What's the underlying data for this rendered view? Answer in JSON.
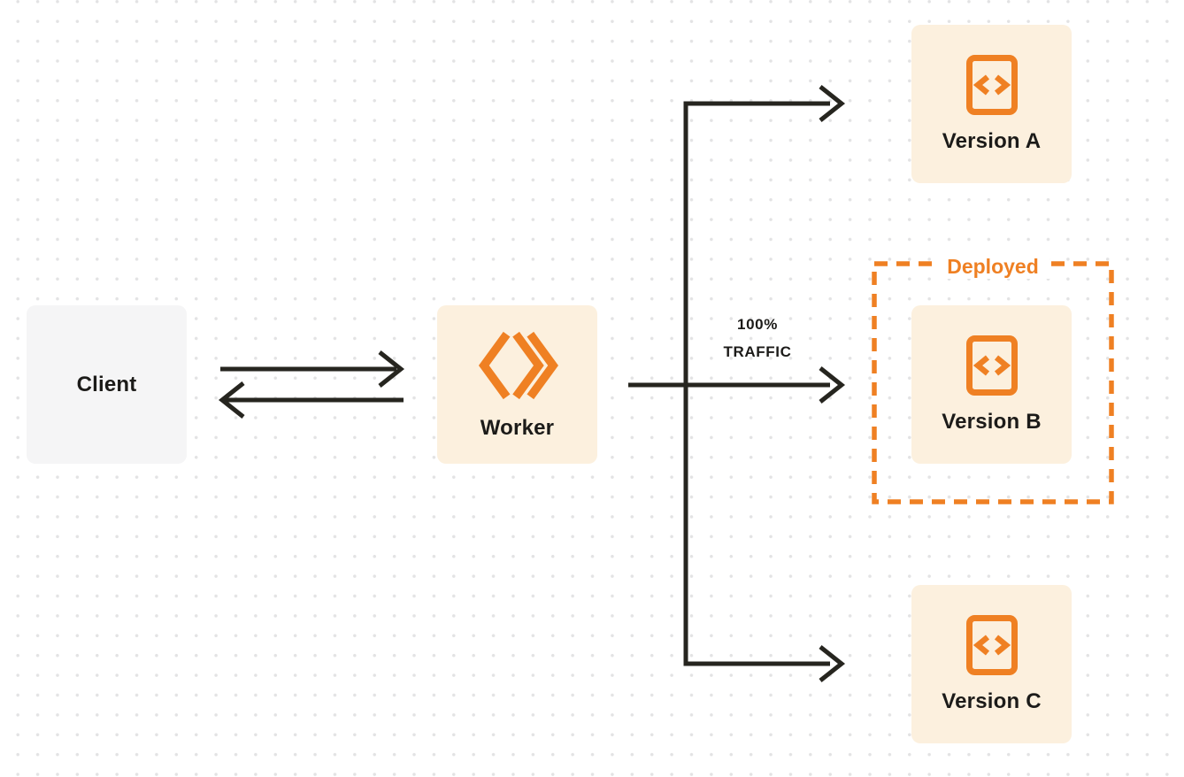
{
  "diagram": {
    "description": "Worker traffic routing diagram with three versions",
    "nodes": {
      "client": {
        "label": "Client"
      },
      "worker": {
        "label": "Worker"
      },
      "version_a": {
        "label": "Version A"
      },
      "version_b": {
        "label": "Version B"
      },
      "version_c": {
        "label": "Version C"
      }
    },
    "annotations": {
      "deployed": {
        "label": "Deployed"
      },
      "traffic": {
        "line1": "100%",
        "line2": "TRAFFIC"
      }
    },
    "edges": [
      {
        "from": "client",
        "to": "worker",
        "direction": "right"
      },
      {
        "from": "worker",
        "to": "client",
        "direction": "left"
      },
      {
        "from": "worker",
        "to": "version_a"
      },
      {
        "from": "worker",
        "to": "version_b",
        "label": "100% TRAFFIC"
      },
      {
        "from": "worker",
        "to": "version_c"
      }
    ],
    "icons": {
      "worker_icon": "workers-chevron-icon",
      "version_icon": "code-file-icon"
    },
    "colors": {
      "accent_orange": "#ef8023",
      "node_cream": "#fcf0de",
      "node_gray": "#f5f5f6",
      "line_dark": "#26251f",
      "text_dark": "#1c1b19",
      "dot_grid": "#e3e3e4",
      "background": "#ffffff"
    }
  }
}
